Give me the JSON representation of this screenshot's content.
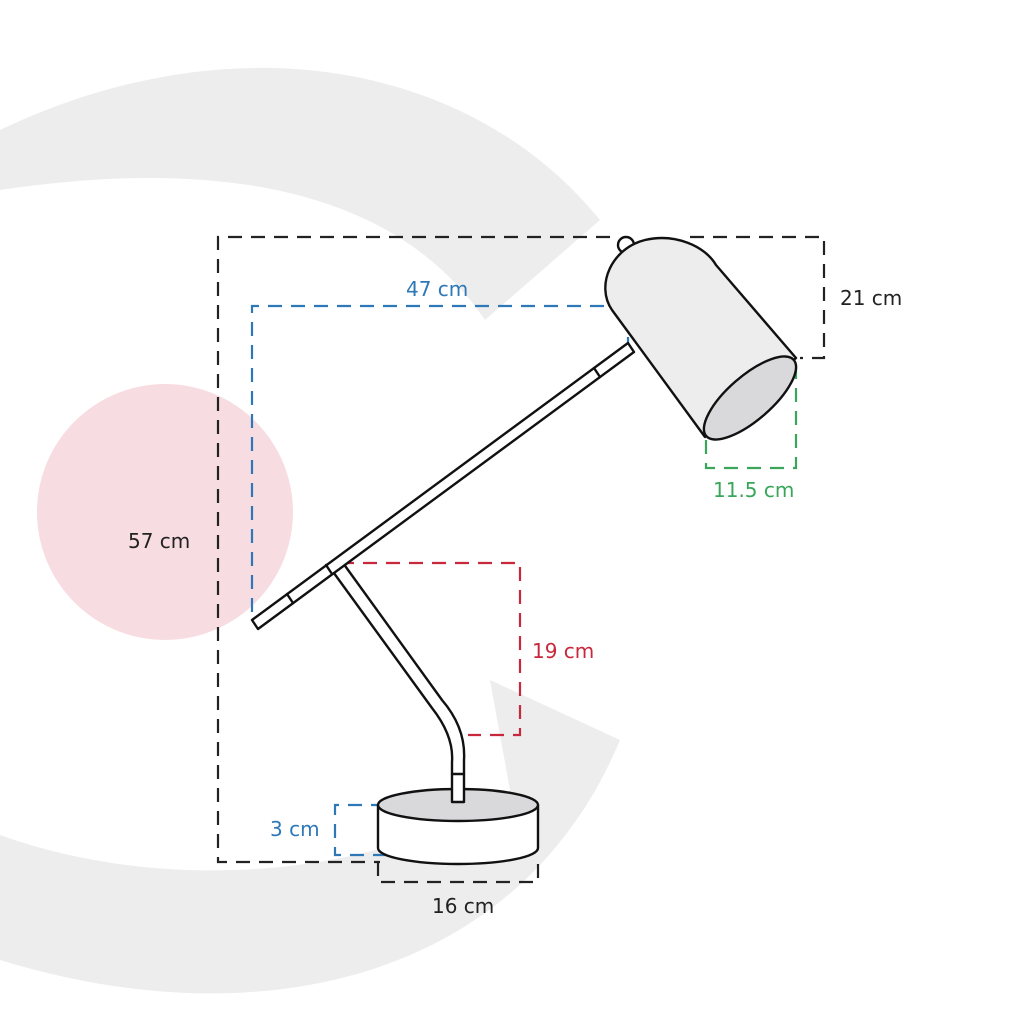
{
  "diagram": {
    "colors": {
      "background": "#ffffff",
      "watermark_arc": "#ededee",
      "watermark_circle": "#f7dde1",
      "outline": "#111111",
      "lamp_fill": "#ededee",
      "lamp_inner": "#d9d9dc",
      "overall_dims": "#222222",
      "arm_dims": "#2e78b8",
      "stem_dims": "#c8283c",
      "shade_dims": "#3aa65a"
    },
    "dimensions": {
      "overall_height": "57 cm",
      "upper_arm_reach": "47 cm",
      "shade_height": "21 cm",
      "shade_diameter": "11.5 cm",
      "stem_height": "19 cm",
      "base_height": "3 cm",
      "base_diameter": "16 cm"
    }
  }
}
